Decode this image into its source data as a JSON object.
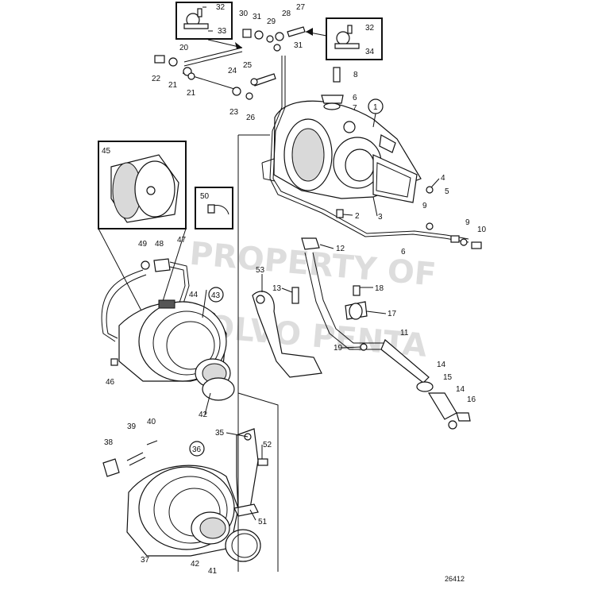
{
  "drawing_number": "26412",
  "watermark": {
    "line1": "PROPERTY OF",
    "line2": "VOLVO PENTA"
  },
  "callouts": {
    "c1": "1",
    "c2": "2",
    "c3": "3",
    "c4": "4",
    "c5": "5",
    "c6a": "6",
    "c6b": "6",
    "c7": "7",
    "c8": "8",
    "c9a": "9",
    "c9b": "9",
    "c10": "10",
    "c11": "11",
    "c12": "12",
    "c13": "13",
    "c14a": "14",
    "c14b": "14",
    "c15": "15",
    "c16": "16",
    "c17": "17",
    "c18": "18",
    "c19": "19",
    "c20": "20",
    "c21a": "21",
    "c21b": "21",
    "c22": "22",
    "c23": "23",
    "c24": "24",
    "c25": "25",
    "c26": "26",
    "c27": "27",
    "c28": "28",
    "c29": "29",
    "c30": "30",
    "c31a": "31",
    "c31b": "31",
    "c32a": "32",
    "c32b": "32",
    "c33": "33",
    "c34": "34",
    "c35": "35",
    "c36": "36",
    "c37": "37",
    "c38": "38",
    "c39": "39",
    "c40": "40",
    "c41": "41",
    "c42a": "42",
    "c42b": "42",
    "c43": "43",
    "c44": "44",
    "c45": "45",
    "c46": "46",
    "c47": "47",
    "c48": "48",
    "c49": "49",
    "c50": "50",
    "c51": "51",
    "c52": "52",
    "c53": "53"
  }
}
